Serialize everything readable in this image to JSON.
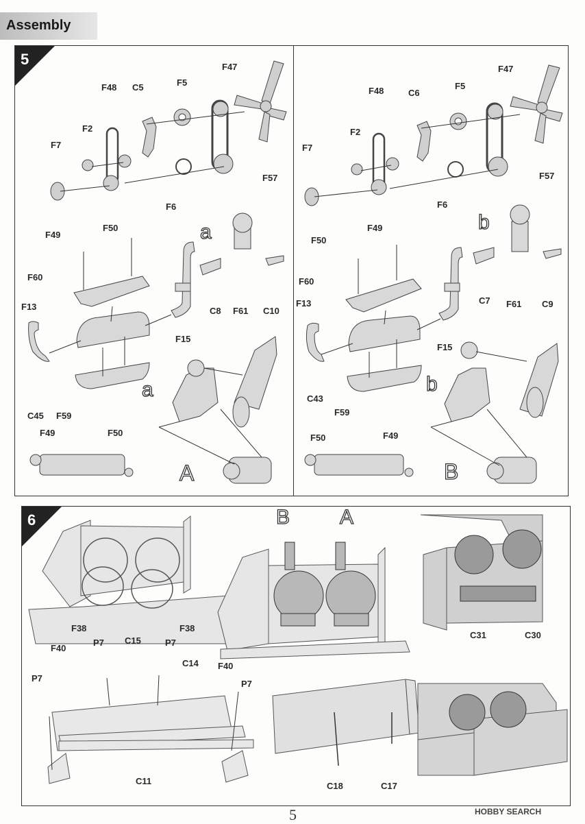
{
  "header": {
    "title": "Assembly"
  },
  "steps": {
    "step5": "5",
    "step6": "6"
  },
  "variants": {
    "a_small": "a",
    "b_small": "b",
    "A_big": "A",
    "B_big": "B"
  },
  "left5": {
    "F48": "F48",
    "C5": "C5",
    "F5": "F5",
    "F47": "F47",
    "F2": "F2",
    "F7": "F7",
    "F57": "F57",
    "F6": "F6",
    "F49": "F49",
    "F50": "F50",
    "F60": "F60",
    "F13": "F13",
    "F15": "F15",
    "C45": "C45",
    "F59": "F59",
    "C8": "C8",
    "F61": "F61",
    "C10": "C10",
    "F49b": "F49",
    "F50b": "F50"
  },
  "right5": {
    "F48": "F48",
    "C6": "C6",
    "F5": "F5",
    "F47": "F47",
    "F2": "F2",
    "F7": "F7",
    "F57": "F57",
    "F6": "F6",
    "F50": "F50",
    "F49": "F49",
    "F60": "F60",
    "F13": "F13",
    "F15": "F15",
    "C43": "C43",
    "F59": "F59",
    "C7": "C7",
    "F61": "F61",
    "C9": "C9",
    "F50b": "F50",
    "F49b": "F49"
  },
  "step6": {
    "F38a": "F38",
    "F38b": "F38",
    "C31": "C31",
    "C30": "C30",
    "F40a": "F40",
    "P7a": "P7",
    "C15": "C15",
    "P7b": "P7",
    "C14": "C14",
    "F40b": "F40",
    "P7c": "P7",
    "P7d": "P7",
    "C11": "C11",
    "C18": "C18",
    "C17": "C17"
  },
  "footer": {
    "page": "5",
    "watermark": "HOBBY SEARCH"
  }
}
